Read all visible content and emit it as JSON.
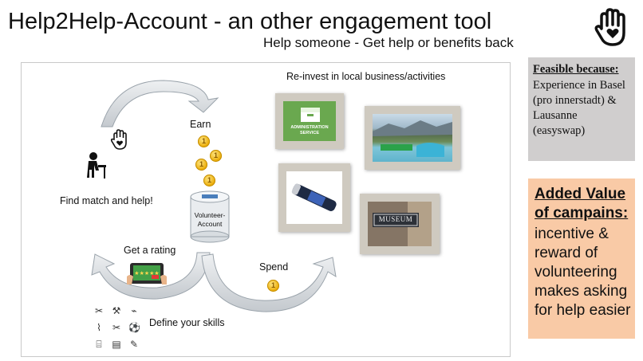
{
  "header": {
    "title": "Help2Help-Account - an other engagement tool",
    "subtitle": "Help someone - Get help or benefits back"
  },
  "logo": {
    "icon": "hand-heart-icon"
  },
  "diagram": {
    "find_match_label": "Find match and help!",
    "earn_label": "Earn",
    "get_rating_label": "Get a rating",
    "spend_label": "Spend",
    "define_skills_label": "Define your skills",
    "reinvest_label": "Re-invest in local business/activities",
    "account_label": "Volunteer-Account",
    "coin_glyph": "1",
    "admin_service_label": "ADMINISTRATION SERVICE",
    "museum_label": "MUSEUM",
    "skill_icons": [
      "sewing-icon",
      "tools-icon",
      "shoe-icon",
      "broom-icon",
      "scissors-icon",
      "soccer-ball-icon",
      "sewing-machine-icon",
      "document-icon",
      "writing-icon"
    ]
  },
  "feasible": {
    "heading": "Feasible because:",
    "body": "Experience in Basel (pro innerstadt) & Lausanne (easyswap)"
  },
  "added_value": {
    "heading": "Added Value of campains:",
    "body": "incentive & reward of volunteering makes asking for help easier"
  },
  "colors": {
    "coin": "#e9a800",
    "arrow": "#d2d6da",
    "feasible_bg": "#d0cece",
    "value_bg": "#f9caa6",
    "admin_green": "#6aa84f",
    "frame": "#cfcac0"
  }
}
